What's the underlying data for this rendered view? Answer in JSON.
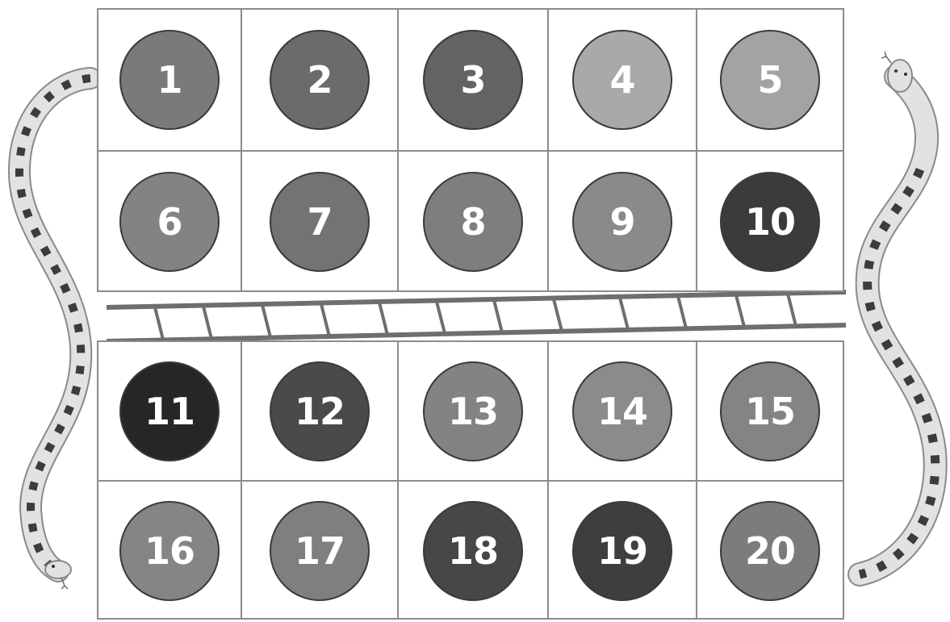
{
  "board": {
    "top_rows": [
      [
        {
          "label": "1",
          "color": "#7a7a7a"
        },
        {
          "label": "2",
          "color": "#6b6b6b"
        },
        {
          "label": "3",
          "color": "#636363"
        },
        {
          "label": "4",
          "color": "#a9a9a9"
        },
        {
          "label": "5",
          "color": "#a3a3a3"
        }
      ],
      [
        {
          "label": "6",
          "color": "#838383"
        },
        {
          "label": "7",
          "color": "#737373"
        },
        {
          "label": "8",
          "color": "#7e7e7e"
        },
        {
          "label": "9",
          "color": "#8a8a8a"
        },
        {
          "label": "10",
          "color": "#3b3b3b"
        }
      ]
    ],
    "bottom_rows": [
      [
        {
          "label": "11",
          "color": "#262626"
        },
        {
          "label": "12",
          "color": "#4a4a4a"
        },
        {
          "label": "13",
          "color": "#838383"
        },
        {
          "label": "14",
          "color": "#8b8b8b"
        },
        {
          "label": "15",
          "color": "#848484"
        }
      ],
      [
        {
          "label": "16",
          "color": "#858585"
        },
        {
          "label": "17",
          "color": "#7f7f7f"
        },
        {
          "label": "18",
          "color": "#474747"
        },
        {
          "label": "19",
          "color": "#3e3e3e"
        },
        {
          "label": "20",
          "color": "#7c7c7c"
        }
      ]
    ]
  },
  "decorations": {
    "ladder_color": "#6e6e6e",
    "snake_body_color": "#e2e2e2",
    "snake_pattern_color": "#3c3c3c",
    "snake_outline_color": "#8a8a8a"
  }
}
